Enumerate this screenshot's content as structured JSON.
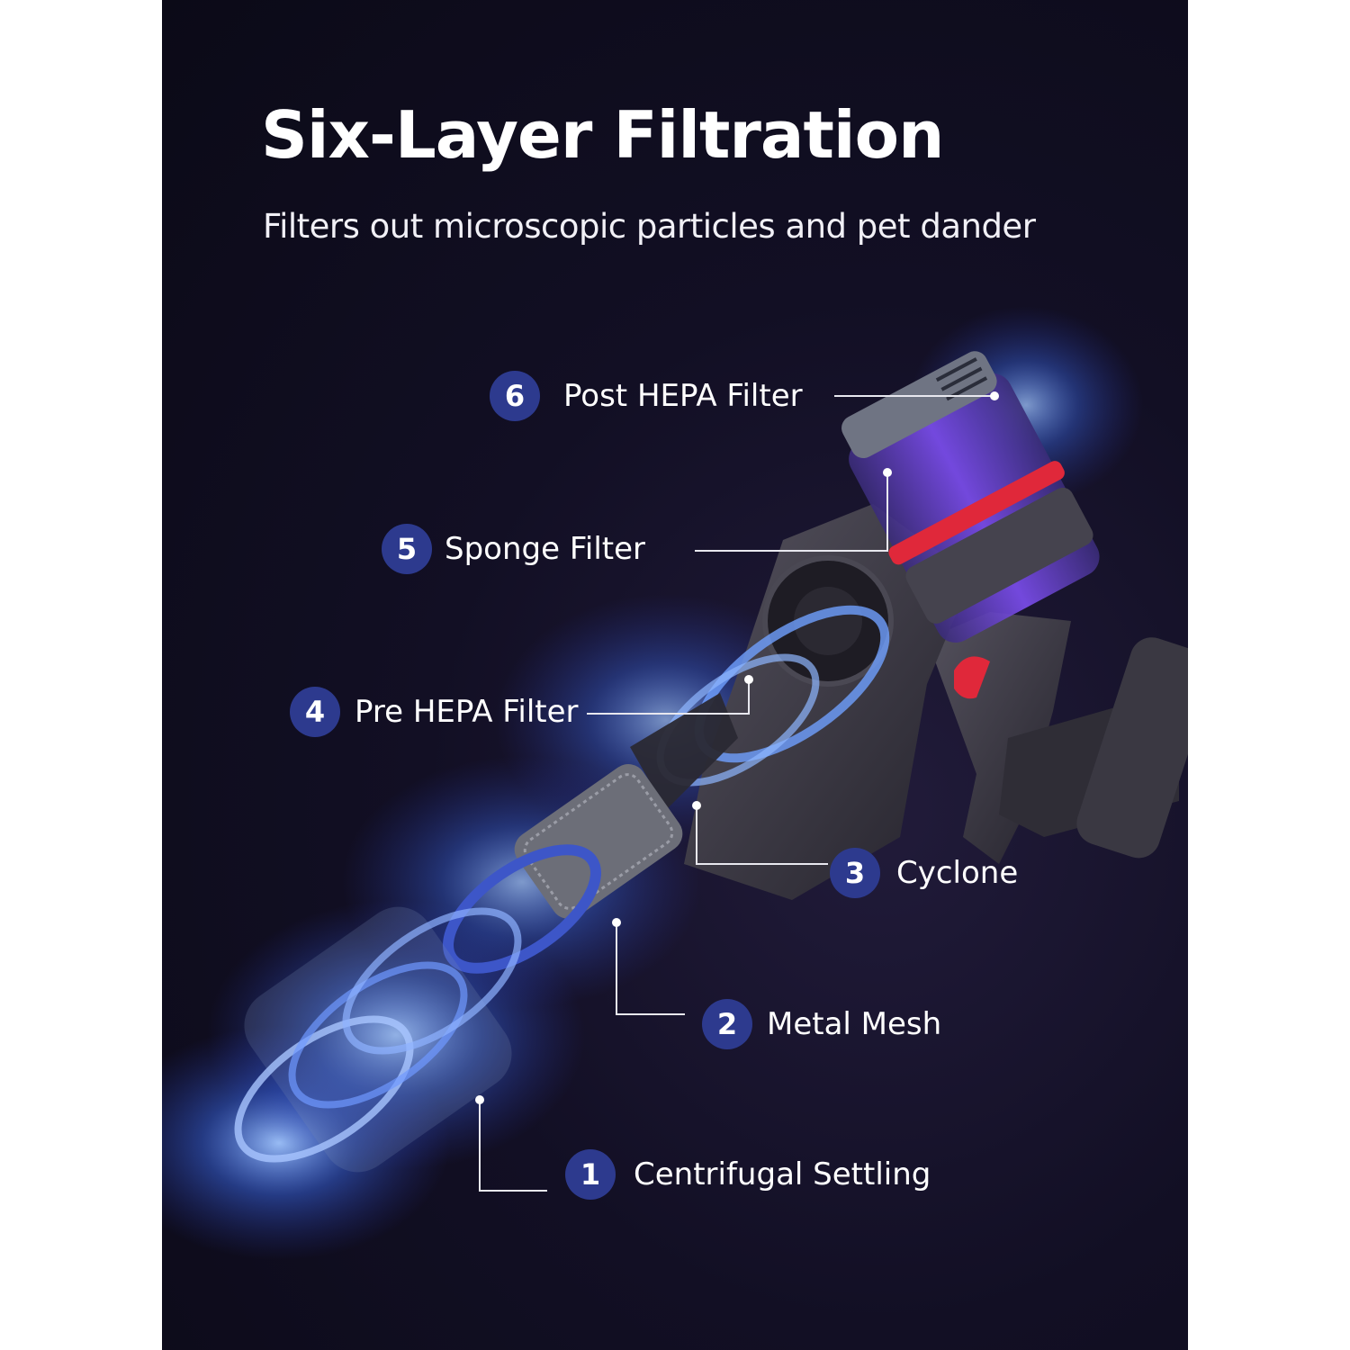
{
  "header": {
    "title": "Six-Layer Filtration",
    "subtitle": "Filters out microscopic particles and pet dander"
  },
  "callouts": [
    {
      "number": "6",
      "label": "Post HEPA Filter"
    },
    {
      "number": "5",
      "label": "Sponge Filter"
    },
    {
      "number": "4",
      "label": "Pre HEPA Filter"
    },
    {
      "number": "3",
      "label": "Cyclone"
    },
    {
      "number": "2",
      "label": "Metal Mesh"
    },
    {
      "number": "1",
      "label": "Centrifugal Settling"
    }
  ],
  "colors": {
    "background": "#120f24",
    "badge": "#2d3a8e",
    "accent_red": "#e0283a",
    "dustbin_purple": "#6a3fd0",
    "glow_blue": "#4d8dff"
  },
  "icons": {
    "product": "cordless-stick-vacuum-exploded-view"
  }
}
